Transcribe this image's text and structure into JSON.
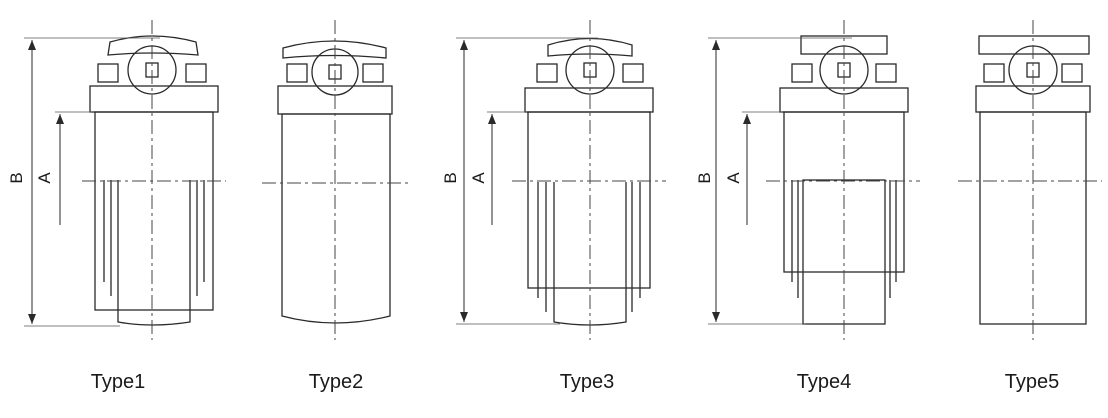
{
  "types": [
    {
      "label": "Type1",
      "dims": [
        "B",
        "A"
      ]
    },
    {
      "label": "Type2",
      "dims": []
    },
    {
      "label": "Type3",
      "dims": [
        "B",
        "A"
      ]
    },
    {
      "label": "Type4",
      "dims": [
        "B",
        "A"
      ]
    },
    {
      "label": "Type5",
      "dims": []
    }
  ],
  "colors": {
    "line": "#2a2a2a",
    "background": "#ffffff"
  }
}
